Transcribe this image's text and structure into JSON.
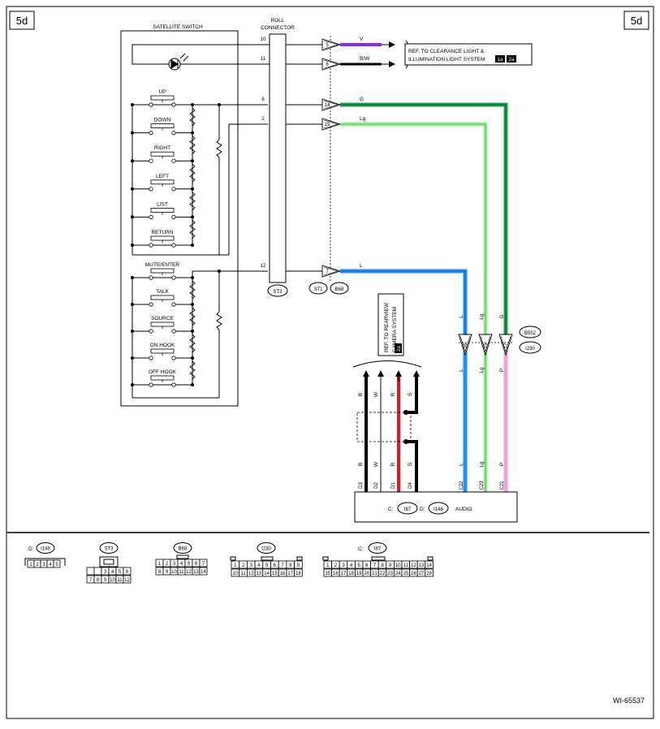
{
  "page_tags": {
    "left": "5d",
    "right": "5d"
  },
  "figure_id": "WI-65537",
  "satellite_switch": {
    "title": "SATELLITE SWITCH",
    "group1": [
      "UP",
      "DOWN",
      "RIGHT",
      "LEFT",
      "LIST",
      "RETURN"
    ],
    "group2": [
      "MUTE/ENTER",
      "TALK",
      "SOURCE",
      "ON HOOK",
      "OFF HOOK"
    ]
  },
  "roll_connector": {
    "title_line1": "ROLL",
    "title_line2": "CONNECTOR",
    "tag": "ST3"
  },
  "roll_pins": [
    "10",
    "11",
    "6",
    "2",
    "12"
  ],
  "st1_connectors": {
    "tag1": "ST1",
    "tag2": "B68"
  },
  "st1_pins": [
    "5",
    "6",
    "14",
    "15",
    "7"
  ],
  "wires": [
    {
      "code": "V",
      "color": "#8a2be2"
    },
    {
      "code": "B/W",
      "color": "#000000"
    },
    {
      "code": "G",
      "color": "#1aa34a"
    },
    {
      "code": "Lg",
      "color": "#98f09a"
    },
    {
      "code": "L",
      "color": "#1e90ff"
    },
    {
      "code": "P",
      "color": "#f0a0d8"
    }
  ],
  "ref_clearance": {
    "line1": "REF. TO CLEARANCE LIGHT &",
    "line2": "ILLUMINATION LIGHT SYSTEM",
    "tag1": "1a",
    "tag2": "2a"
  },
  "ref_rearview": {
    "line1": "REF. TO REARVIEW",
    "line2": "CAMERA SYSTEM",
    "tag": "2a"
  },
  "b552": {
    "tag1": "B552",
    "tag2": "I230",
    "pins": [
      "16",
      "15",
      "17"
    ]
  },
  "audio_wire_codes": [
    "L",
    "Lg",
    "G",
    "L",
    "Lg",
    "P"
  ],
  "audio_pins": [
    "C22",
    "C23",
    "C21"
  ],
  "camera_wire_codes": [
    "B",
    "W",
    "R",
    "S"
  ],
  "camera_pins": [
    "D3",
    "D2",
    "D1",
    "D4"
  ],
  "audio_unit": {
    "c_prefix": "C:",
    "c_tag": "I87",
    "d_prefix": "D:",
    "d_tag": "I146",
    "label": "AUDIO"
  },
  "connector_views": {
    "i146": {
      "prefix": "D:",
      "tag": "I146",
      "pins": [
        "1",
        "2",
        "3",
        "4",
        "5"
      ]
    },
    "st3": {
      "tag": "ST3",
      "row1": [
        "3",
        "4",
        "5",
        "6"
      ],
      "row2": [
        "7",
        "8",
        "9",
        "10",
        "11",
        "12"
      ]
    },
    "b68": {
      "tag": "B68",
      "row1": [
        "1",
        "2",
        "3",
        "4",
        "5",
        "6",
        "7"
      ],
      "row2": [
        "8",
        "9",
        "10",
        "11",
        "12",
        "13",
        "14"
      ]
    },
    "i230": {
      "tag": "I230",
      "row1": [
        "1",
        "2",
        "3",
        "4",
        "5",
        "6",
        "7",
        "8",
        "9"
      ],
      "row2": [
        "10",
        "11",
        "12",
        "13",
        "14",
        "15",
        "16",
        "17",
        "18"
      ]
    },
    "i87": {
      "prefix": "C:",
      "tag": "I87",
      "row1": [
        "1",
        "2",
        "3",
        "4",
        "5",
        "6",
        "7",
        "8",
        "9",
        "10",
        "11",
        "12",
        "13",
        "14"
      ],
      "row2": [
        "15",
        "16",
        "17",
        "18",
        "19",
        "20",
        "21",
        "22",
        "23",
        "24",
        "25",
        "26",
        "27",
        "28"
      ]
    }
  }
}
